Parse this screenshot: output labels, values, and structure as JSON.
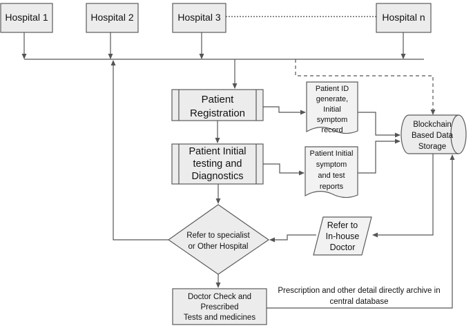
{
  "hospitals": [
    "Hospital 1",
    "Hospital 2",
    "Hospital 3",
    "Hospital n"
  ],
  "registration": [
    "Patient",
    "Registration"
  ],
  "diagnostics": [
    "Patient Initial",
    "testing and",
    "Diagnostics"
  ],
  "doc_id": [
    "Patient ID",
    "generate,",
    "Initial",
    "symptom",
    "record"
  ],
  "doc_reports": [
    "Patient Initial",
    "symptom",
    "and test",
    "reports"
  ],
  "storage": [
    "Blockchain",
    "Based Data",
    "Storage"
  ],
  "decision": [
    "Refer to specialist",
    "or Other Hospital"
  ],
  "inhouse": [
    "Refer to",
    "In-house",
    "Doctor"
  ],
  "doctor": [
    "Doctor Check and",
    "Prescribed",
    "Tests and medicines"
  ],
  "archive_note": [
    "Prescription and other detail directly archive in",
    "central database"
  ],
  "colors": {
    "box_fill": "#ececec",
    "stroke": "#5a5a5a"
  }
}
